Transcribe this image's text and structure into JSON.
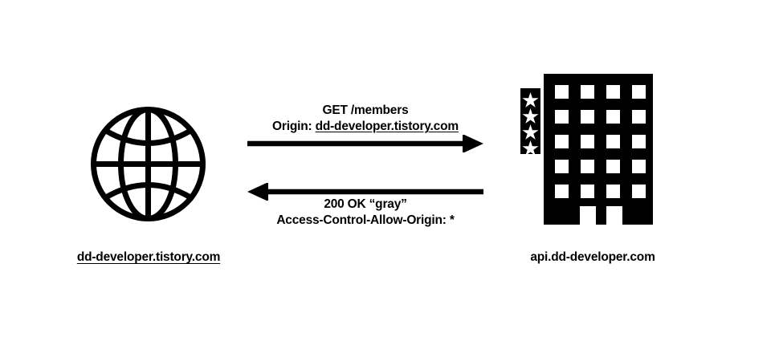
{
  "diagram": {
    "background_color": "#ffffff",
    "stroke_color": "#000000",
    "client": {
      "icon": "globe-icon",
      "label": "dd-developer.tistory.com",
      "label_underlined": true
    },
    "server": {
      "icon": "office-building-icon",
      "label": "api.dd-developer.com",
      "label_underlined": false,
      "stars": 4,
      "window_columns": 4,
      "window_rows": 5,
      "doors": 2
    },
    "request": {
      "direction": "right",
      "line1": "GET /members",
      "line2_prefix": "Origin: ",
      "line2_value": "dd-developer.tistory.com",
      "line2_value_underlined": true
    },
    "response": {
      "direction": "left",
      "line1": "200 OK “gray”",
      "line2": "Access-Control-Allow-Origin: *"
    }
  }
}
